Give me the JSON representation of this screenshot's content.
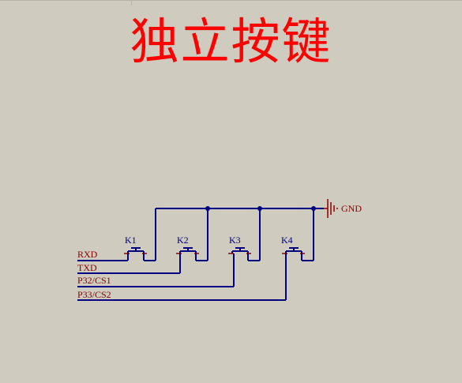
{
  "title": "独立按键",
  "power": {
    "gnd_label": "GND"
  },
  "switches": [
    {
      "ref": "K1"
    },
    {
      "ref": "K2"
    },
    {
      "ref": "K3"
    },
    {
      "ref": "K4"
    }
  ],
  "nets": [
    {
      "label": "RXD"
    },
    {
      "label": "TXD"
    },
    {
      "label": "P32/CS1"
    },
    {
      "label": "P33/CS2"
    }
  ],
  "colors": {
    "background": "#cfcbbf",
    "title": "#ff0000",
    "wire": "#000080",
    "label": "#8b0000"
  }
}
